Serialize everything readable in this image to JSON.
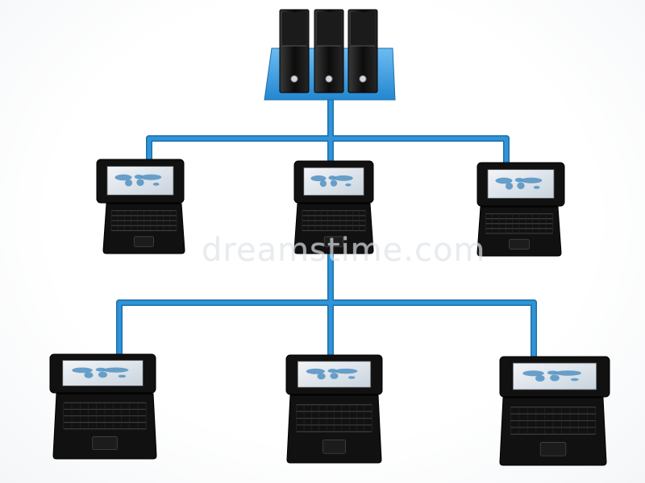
{
  "colors": {
    "background": "#ffffff",
    "link": "#2f94d9",
    "link_dark": "#1d6fa8",
    "platform": "#3ea0e6",
    "device_body": "#111111",
    "screen": "#dfe6ee",
    "map": "#5a96c4"
  },
  "nodes": {
    "server": {
      "count": 3,
      "icon": "server-tower-icon"
    },
    "laptops": [
      {
        "tier": 1,
        "position": "left",
        "icon": "laptop-icon"
      },
      {
        "tier": 1,
        "position": "center",
        "icon": "laptop-icon"
      },
      {
        "tier": 1,
        "position": "right",
        "icon": "laptop-icon"
      },
      {
        "tier": 2,
        "position": "left",
        "icon": "laptop-icon"
      },
      {
        "tier": 2,
        "position": "center",
        "icon": "laptop-icon"
      },
      {
        "tier": 2,
        "position": "right",
        "icon": "laptop-icon"
      }
    ]
  },
  "watermark": {
    "text": "dreamstime.com"
  }
}
